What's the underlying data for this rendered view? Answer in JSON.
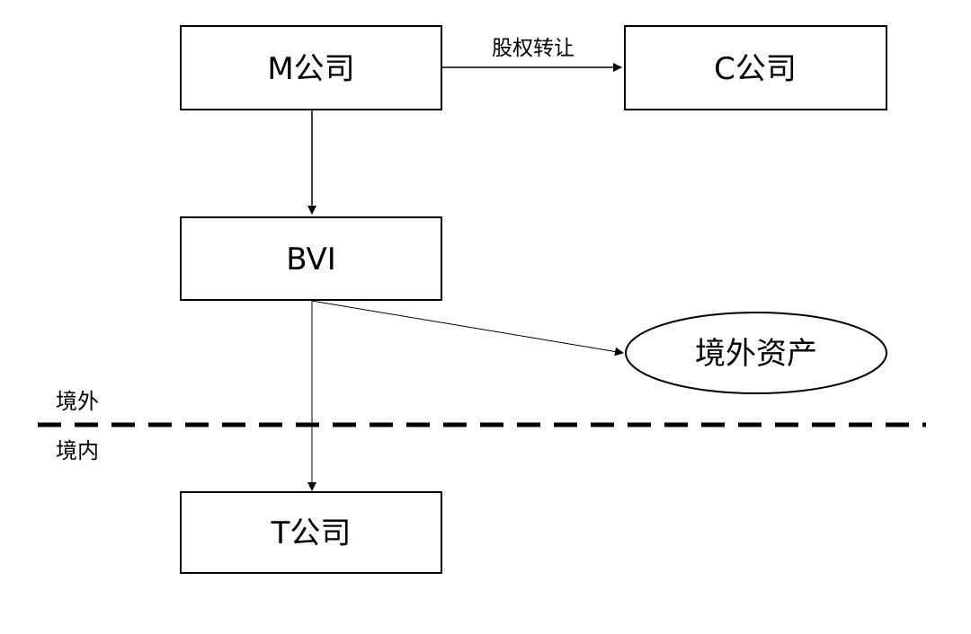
{
  "nodes": {
    "m_company": {
      "label": "M公司"
    },
    "c_company": {
      "label": "C公司"
    },
    "bvi": {
      "label": "BVI"
    },
    "offshore_assets": {
      "label": "境外资产"
    },
    "t_company": {
      "label": "T公司"
    }
  },
  "edges": {
    "m_to_c": {
      "label": "股权转让"
    },
    "m_to_bvi": {
      "label": ""
    },
    "bvi_to_offshore_assets": {
      "label": ""
    },
    "bvi_to_t": {
      "label": ""
    }
  },
  "border": {
    "above_label": "境外",
    "below_label": "境内",
    "line_style": "dashed"
  },
  "colors": {
    "stroke": "#000000",
    "background": "#ffffff",
    "text": "#000000"
  }
}
